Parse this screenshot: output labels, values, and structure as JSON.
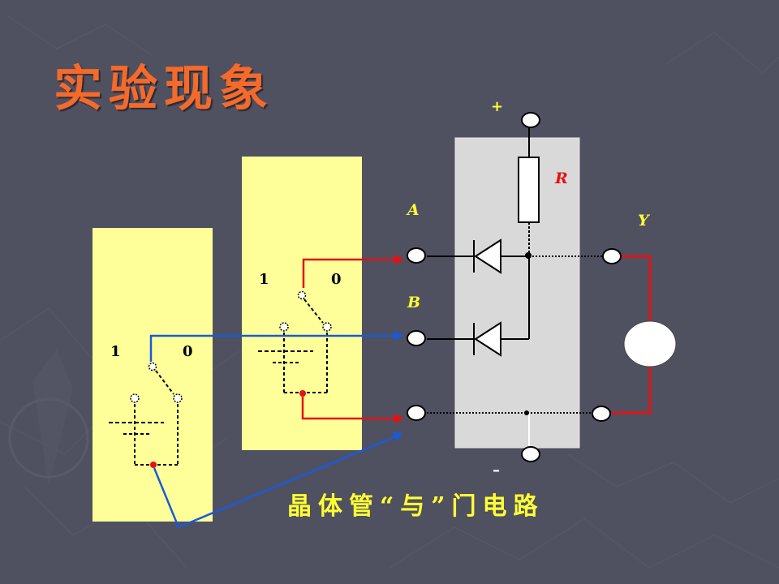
{
  "title": "实验现象",
  "caption": "晶体管“与”门电路",
  "labels": {
    "plus": "+",
    "minus": "–",
    "resistor": "R",
    "output": "Y",
    "input_a": "A",
    "input_b": "B",
    "switch_left_on": "1",
    "switch_left_off": "0",
    "switch_right_on": "1",
    "switch_right_off": "0"
  },
  "colors": {
    "background": "#4f5161",
    "title": "#f56a2a",
    "caption": "#ffff33",
    "switch_panel": "#ffff99",
    "gate_panel": "#d9d9d9",
    "wire_red": "#e31212",
    "wire_blue": "#1a5ad8",
    "label_yellow": "#ffff33",
    "label_red": "#e31212"
  }
}
